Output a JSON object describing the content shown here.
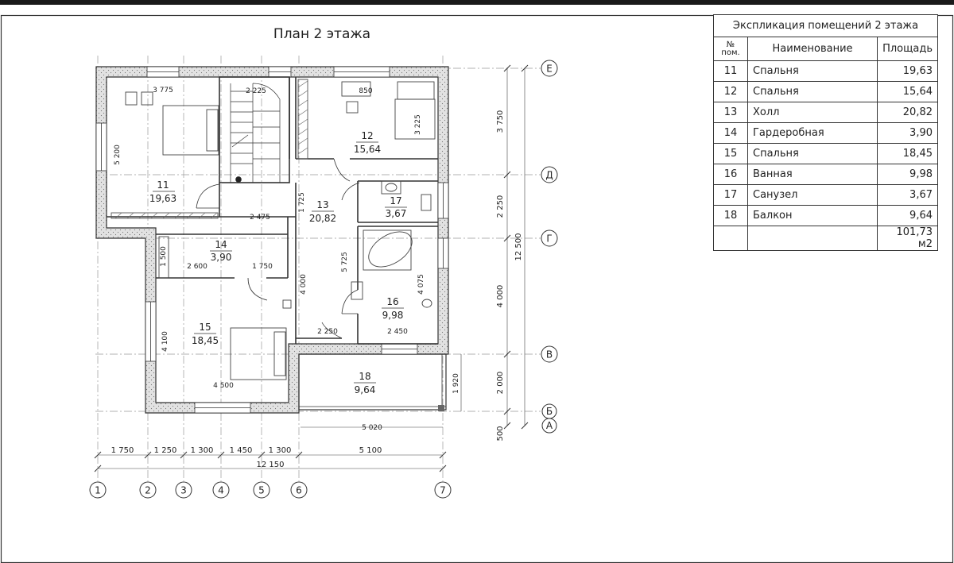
{
  "plan_title": "План 2 этажа",
  "explication": {
    "caption": "Экспликация помещений 2 этажа",
    "headers": {
      "num_line1": "№",
      "num_line2": "пом.",
      "name": "Наименование",
      "area": "Площадь"
    },
    "rows": [
      {
        "num": "11",
        "name": "Спальня",
        "area": "19,63"
      },
      {
        "num": "12",
        "name": "Спальня",
        "area": "15,64"
      },
      {
        "num": "13",
        "name": "Холл",
        "area": "20,82"
      },
      {
        "num": "14",
        "name": "Гардеробная",
        "area": "3,90"
      },
      {
        "num": "15",
        "name": "Спальня",
        "area": "18,45"
      },
      {
        "num": "16",
        "name": "Ванная",
        "area": "9,98"
      },
      {
        "num": "17",
        "name": "Санузел",
        "area": "3,67"
      },
      {
        "num": "18",
        "name": "Балкон",
        "area": "9,64"
      }
    ],
    "total": "101,73 м2"
  },
  "rooms": [
    {
      "id": "11",
      "num": "11",
      "area": "19,63"
    },
    {
      "id": "12",
      "num": "12",
      "area": "15,64"
    },
    {
      "id": "13",
      "num": "13",
      "area": "20,82"
    },
    {
      "id": "14",
      "num": "14",
      "area": "3,90"
    },
    {
      "id": "15",
      "num": "15",
      "area": "18,45"
    },
    {
      "id": "16",
      "num": "16",
      "area": "9,98"
    },
    {
      "id": "17",
      "num": "17",
      "area": "3,67"
    },
    {
      "id": "18",
      "num": "18",
      "area": "9,64"
    }
  ],
  "grid_axes_vertical": [
    "1",
    "2",
    "3",
    "4",
    "5",
    "6",
    "7"
  ],
  "grid_axes_horizontal": [
    "Е",
    "Д",
    "Г",
    "В",
    "Б",
    "А"
  ],
  "bottom_dimensions": [
    "1 750",
    "1 250",
    "1 300",
    "1 450",
    "1 300",
    "5 100"
  ],
  "bottom_total": "12 150",
  "right_dimensions": [
    "3 750",
    "2 250",
    "4 000",
    "2 000",
    "500"
  ],
  "right_total": "12 500",
  "inner_dimensions": {
    "d_3775": "3 775",
    "d_2225": "2 225",
    "d_850": "850",
    "d_3225": "3 225",
    "d_5200": "5 200",
    "d_2475": "2 475",
    "d_1725": "1 725",
    "d_1500": "1 500",
    "d_2600": "2 600",
    "d_1750": "1 750",
    "d_4000": "4 000",
    "d_5725": "5 725",
    "d_4075": "4 075",
    "d_4100": "4 100",
    "d_2250": "2 250",
    "d_2450": "2 450",
    "d_4500": "4 500",
    "d_1920": "1 920",
    "d_5020": "5 020"
  }
}
